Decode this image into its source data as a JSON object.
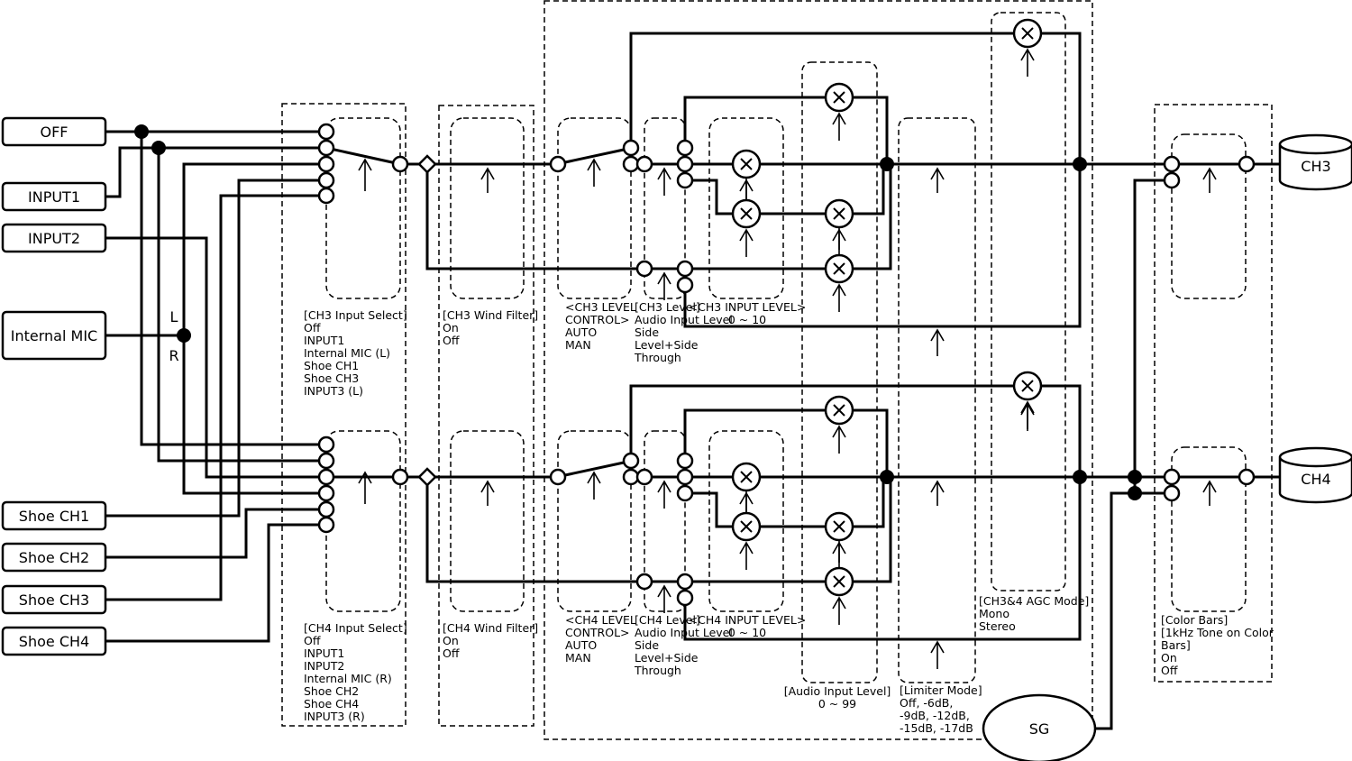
{
  "inputs": [
    {
      "label": "OFF"
    },
    {
      "label": "INPUT1"
    },
    {
      "label": "INPUT2"
    },
    {
      "label": "Internal MIC"
    },
    {
      "label": "Shoe CH1"
    },
    {
      "label": "Shoe CH2"
    },
    {
      "label": "Shoe CH3"
    },
    {
      "label": "Shoe CH4"
    }
  ],
  "mic_split": {
    "left": "L",
    "right": "R"
  },
  "outputs": {
    "ch3": "CH3",
    "ch4": "CH4"
  },
  "generator": "SG",
  "ch3": {
    "input_select": [
      "[CH3 Input Select]",
      "Off",
      "INPUT1",
      "Internal MIC (L)",
      "Shoe CH1",
      "Shoe CH3",
      "INPUT3 (L)"
    ],
    "wind_filter": [
      "[CH3 Wind Filter]",
      "On",
      "Off"
    ],
    "level_control": [
      "<CH3 LEVEL",
      "CONTROL>",
      "AUTO",
      "MAN"
    ],
    "level": [
      "[CH3 Level]",
      "Audio Input Level",
      "Side",
      "Level+Side",
      "Through"
    ],
    "input_level": [
      "<CH3 INPUT LEVEL>",
      "0 ~ 10"
    ]
  },
  "ch4": {
    "input_select": [
      "[CH4 Input Select]",
      "Off",
      "INPUT1",
      "INPUT2",
      "Internal MIC (R)",
      "Shoe CH2",
      "Shoe CH4",
      "INPUT3 (R)"
    ],
    "wind_filter": [
      "[CH4 Wind Filter]",
      "On",
      "Off"
    ],
    "level_control": [
      "<CH4 LEVEL",
      "CONTROL>",
      "AUTO",
      "MAN"
    ],
    "level": [
      "[CH4 Level]",
      "Audio Input Level",
      "Side",
      "Level+Side",
      "Through"
    ],
    "input_level": [
      "<CH4 INPUT LEVEL>",
      "0 ~ 10"
    ]
  },
  "audio_input_level": [
    "[Audio Input Level]",
    "0 ~ 99"
  ],
  "limiter_mode": [
    "[Limiter Mode]",
    "Off, -6dB,",
    "-9dB, -12dB,",
    "-15dB, -17dB"
  ],
  "agc_mode": [
    "[CH3&4 AGC Mode]",
    "Mono",
    "Stereo"
  ],
  "color_bars": [
    "[Color Bars]",
    "[1kHz Tone on Color",
    "Bars]",
    "On",
    "Off"
  ],
  "icons": {
    "multiplier": "multiply-circle-icon",
    "control_arrow": "arrow-up-icon",
    "storage": "cylinder-icon"
  }
}
